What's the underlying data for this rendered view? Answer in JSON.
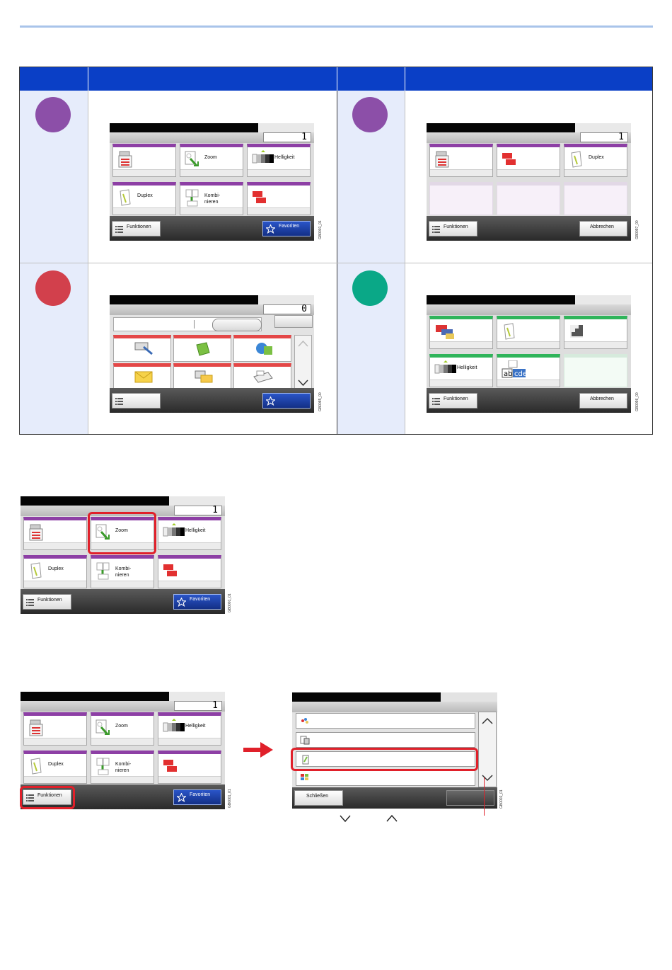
{
  "screen_count_1": "1",
  "screen_count_0": "0",
  "tiles": {
    "zoom": "Zoom",
    "helligkeit": "Helligkeit",
    "duplex": "Duplex",
    "kombi": "Kombi-\nnieren"
  },
  "buttons": {
    "funktionen": "Funktionen",
    "favoriten": "Favoriten",
    "abbrechen": "Abbrechen",
    "schliessen": "Schließen"
  },
  "codes": {
    "c1": "GB0001_01",
    "c2": "GB0097_00",
    "c3": "GB0085_00",
    "c4": "GB0096_00",
    "c5": "GB0001_01",
    "c6": "GB0001_01",
    "c7": "GB0002_01"
  },
  "colors": {
    "header": "#0a3fc6",
    "purple_circle": "#8c4fa8",
    "red_circle": "#d2404c",
    "green_circle": "#0aa887",
    "highlight": "#e0202a"
  },
  "scroll_hint": {
    "down_icon": "chevron-down-icon",
    "up_icon": "chevron-up-icon"
  }
}
